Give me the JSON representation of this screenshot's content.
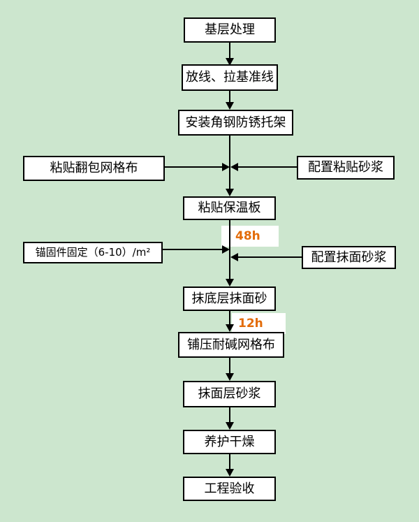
{
  "flowchart": {
    "type": "flowchart",
    "colors": {
      "background": "#CCE6CE",
      "node_fill": "#FFFFFF",
      "node_border": "#000000",
      "node_text": "#000000",
      "wait_text": "#E36C09"
    },
    "nodes": [
      {
        "id": "base-treatment",
        "label": "基层处理",
        "column": "center"
      },
      {
        "id": "set-out-lines",
        "label": "放线、拉基准线",
        "column": "center"
      },
      {
        "id": "install-bracket",
        "label": "安装角钢防锈托架",
        "column": "center"
      },
      {
        "id": "paste-wrap-mesh",
        "label": "粘贴翻包网格布",
        "column": "left"
      },
      {
        "id": "prepare-adhesive-mortar",
        "label": "配置粘贴砂浆",
        "column": "right"
      },
      {
        "id": "paste-insulation-board",
        "label": "粘贴保温板",
        "column": "center"
      },
      {
        "id": "anchor-fixing",
        "label": "锚固件固定（6-10）/m²",
        "column": "left"
      },
      {
        "id": "prepare-surface-mortar",
        "label": "配置抹面砂浆",
        "column": "right"
      },
      {
        "id": "bottom-coat-mortar",
        "label": "抹底层抹面砂",
        "column": "center"
      },
      {
        "id": "lay-alkali-mesh",
        "label": "铺压耐碱网格布",
        "column": "center"
      },
      {
        "id": "surface-coat-mortar",
        "label": "抹面层砂浆",
        "column": "center"
      },
      {
        "id": "curing-drying",
        "label": "养护干燥",
        "column": "center"
      },
      {
        "id": "project-acceptance",
        "label": "工程验收",
        "column": "center"
      }
    ],
    "wait_labels": [
      {
        "text": "48h",
        "between": [
          "paste-insulation-board",
          "bottom-coat-mortar"
        ]
      },
      {
        "text": "12h",
        "between": [
          "bottom-coat-mortar",
          "lay-alkali-mesh"
        ]
      }
    ],
    "edges": [
      {
        "from": "base-treatment",
        "to": "set-out-lines"
      },
      {
        "from": "set-out-lines",
        "to": "install-bracket"
      },
      {
        "from": "install-bracket",
        "to": "paste-insulation-board"
      },
      {
        "from": "paste-wrap-mesh",
        "to": "paste-insulation-board"
      },
      {
        "from": "prepare-adhesive-mortar",
        "to": "paste-insulation-board"
      },
      {
        "from": "paste-insulation-board",
        "to": "bottom-coat-mortar"
      },
      {
        "from": "anchor-fixing",
        "to": "bottom-coat-mortar"
      },
      {
        "from": "prepare-surface-mortar",
        "to": "bottom-coat-mortar"
      },
      {
        "from": "bottom-coat-mortar",
        "to": "lay-alkali-mesh"
      },
      {
        "from": "lay-alkali-mesh",
        "to": "surface-coat-mortar"
      },
      {
        "from": "surface-coat-mortar",
        "to": "curing-drying"
      },
      {
        "from": "curing-drying",
        "to": "project-acceptance"
      }
    ]
  }
}
